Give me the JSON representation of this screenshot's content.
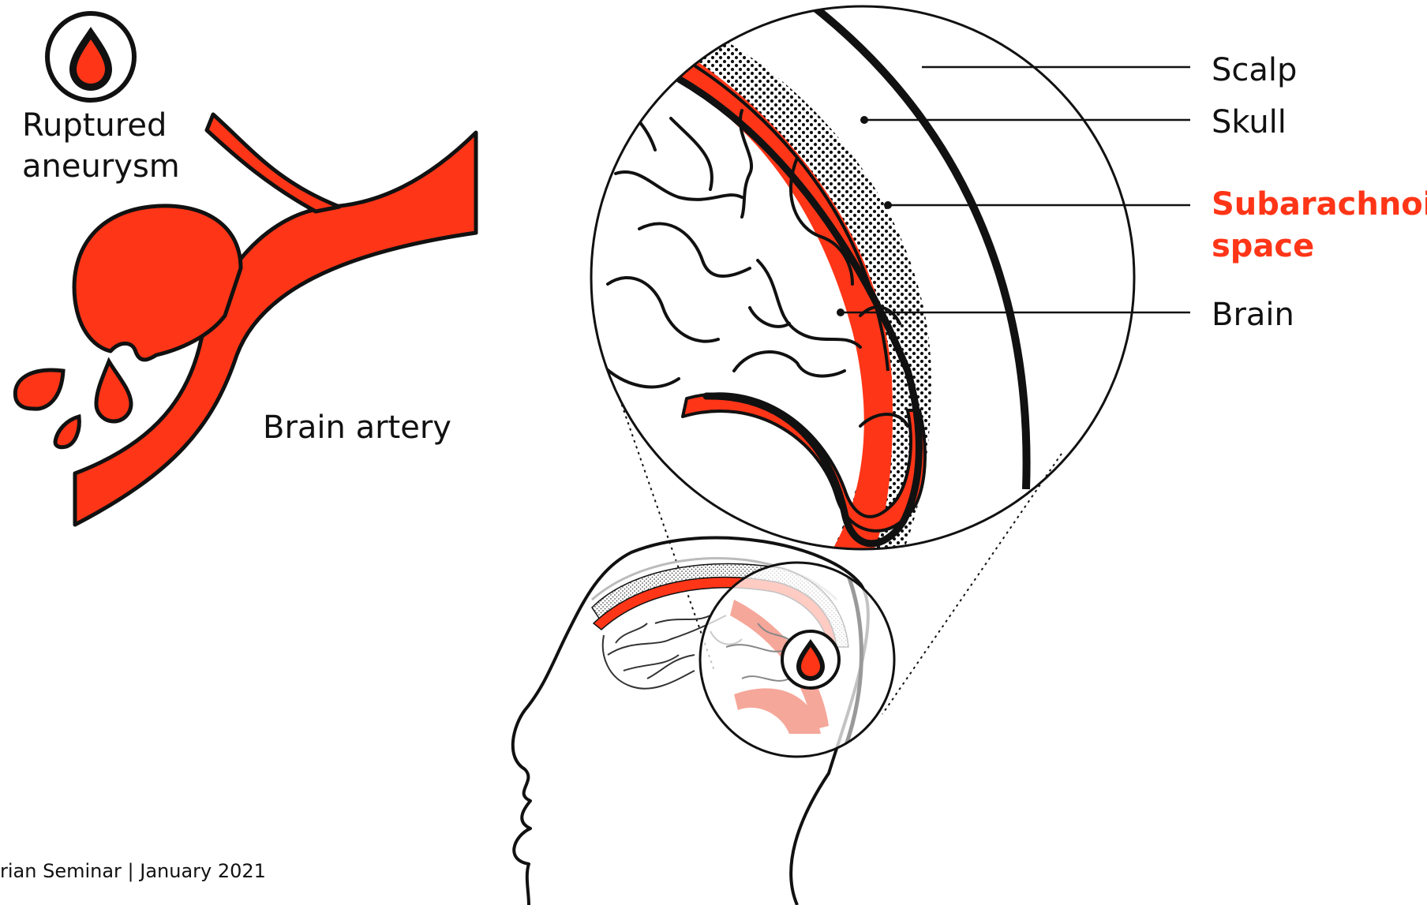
{
  "colors": {
    "accent": "#ff3517",
    "ink": "#111111",
    "pale_accent": "#f5a79a"
  },
  "left_panel": {
    "icon": "blood-drop-icon",
    "title_line1": "Ruptured",
    "title_line2": "aneurysm",
    "artery_label": "Brain artery"
  },
  "zoom_panel": {
    "layers": [
      {
        "label": "Scalp",
        "highlight": false
      },
      {
        "label": "Skull",
        "highlight": false
      },
      {
        "label": "Subarachnoid",
        "label2": "space",
        "highlight": true
      },
      {
        "label": "Brain",
        "highlight": false
      }
    ]
  },
  "head_panel": {
    "icon": "blood-drop-icon"
  },
  "footer": {
    "text": "rian Seminar | January 2021"
  }
}
